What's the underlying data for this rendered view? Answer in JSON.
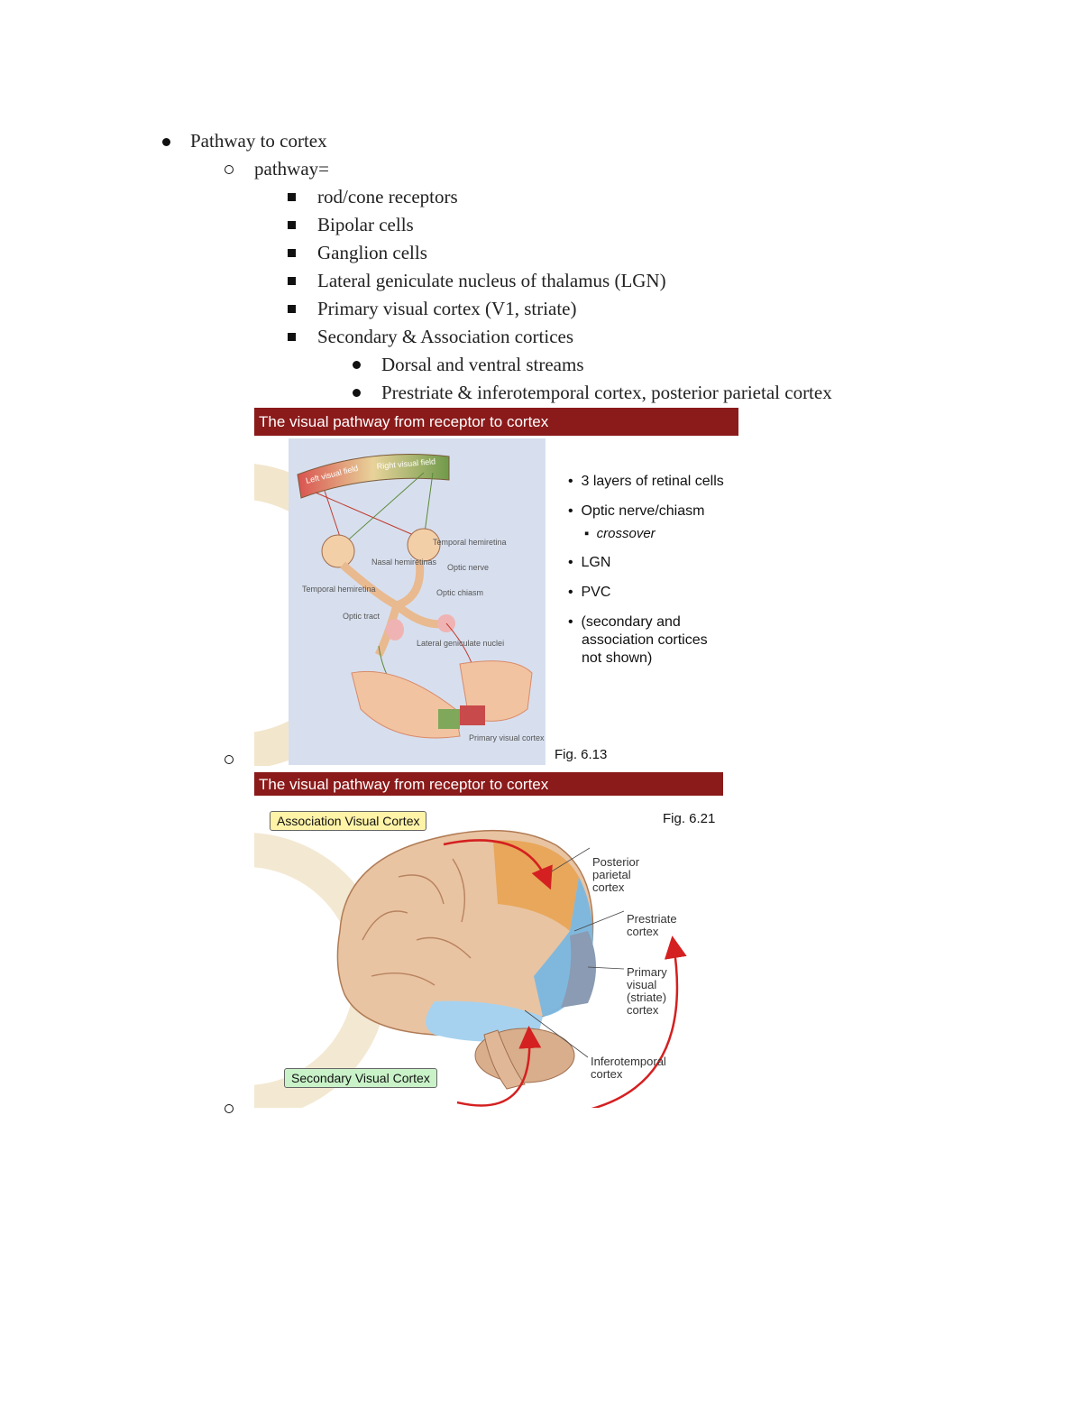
{
  "outline": {
    "l1": "Pathway to cortex",
    "l2": "pathway=",
    "l3": [
      "rod/cone receptors",
      "Bipolar cells",
      "Ganglion cells",
      "Lateral geniculate nucleus of thalamus (LGN)",
      "Primary visual cortex (V1, striate)",
      "Secondary & Association cortices"
    ],
    "l4": [
      "Dorsal and ventral streams",
      "Prestriate & inferotemporal cortex, posterior parietal cortex"
    ]
  },
  "slide1": {
    "title": "The visual pathway from receptor to cortex",
    "bullets": [
      "3 layers of retinal cells",
      "Optic nerve/chiasm",
      "crossover",
      "LGN",
      "PVC",
      "(secondary and",
      "association cortices",
      "not shown)"
    ],
    "fig": "Fig. 6.13",
    "diagram": {
      "left_field": "Left visual field",
      "right_field": "Right visual field",
      "labels": [
        "Temporal hemiretina",
        "Nasal hemiretinas",
        "Optic nerve",
        "Temporal hemiretina",
        "Optic chiasm",
        "Optic tract",
        "Lateral geniculate nuclei",
        "Primary visual cortex"
      ]
    }
  },
  "slide2": {
    "title": "The visual pathway from receptor to cortex",
    "fig": "Fig. 6.21",
    "assoc_box": "Association Visual Cortex",
    "secondary_box": "Secondary Visual Cortex",
    "labels": {
      "posterior": [
        "Posterior",
        "parietal",
        "cortex"
      ],
      "prestriate": [
        "Prestriate",
        "cortex"
      ],
      "primary": [
        "Primary",
        "visual",
        "(striate)",
        "cortex"
      ],
      "inferotemporal": [
        "Inferotemporal",
        "cortex"
      ]
    }
  },
  "colors": {
    "title_bar": "#8b1a1a",
    "assoc_box": "#fff3a8",
    "secondary_box": "#c9f2c9",
    "arrow": "#d42020"
  }
}
